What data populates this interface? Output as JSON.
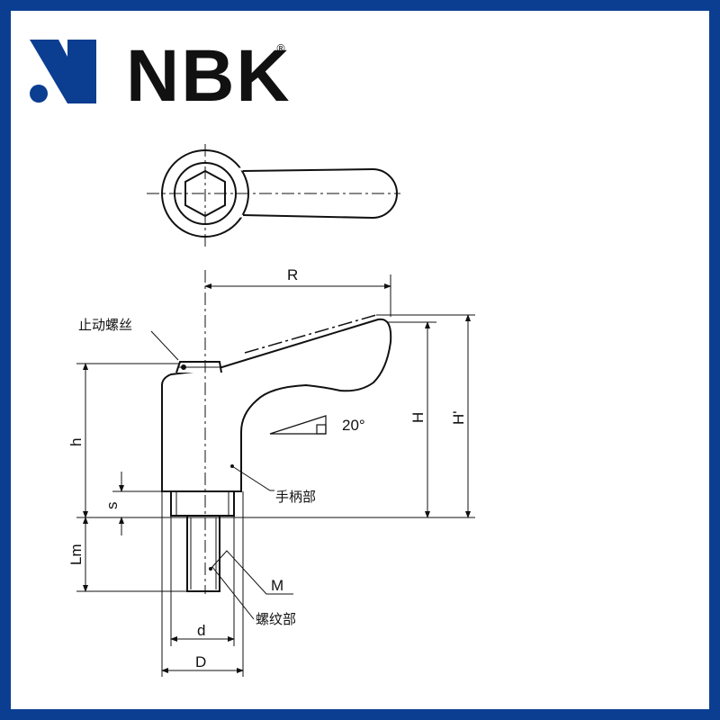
{
  "brand": {
    "name": "NBK",
    "registered": "®",
    "logo_color": "#0b3d91",
    "logo_icon": "nbk-n-mark-icon"
  },
  "frame_color": "#0b3d91",
  "labels": {
    "set_screw": "止动螺丝",
    "handle_part": "手柄部",
    "thread_part": "螺纹部",
    "angle": "20°",
    "R": "R",
    "H": "H",
    "H_prime": "H'",
    "h": "h",
    "s": "s",
    "Lm": "Lm",
    "M": "M",
    "d": "d",
    "D": "D"
  }
}
